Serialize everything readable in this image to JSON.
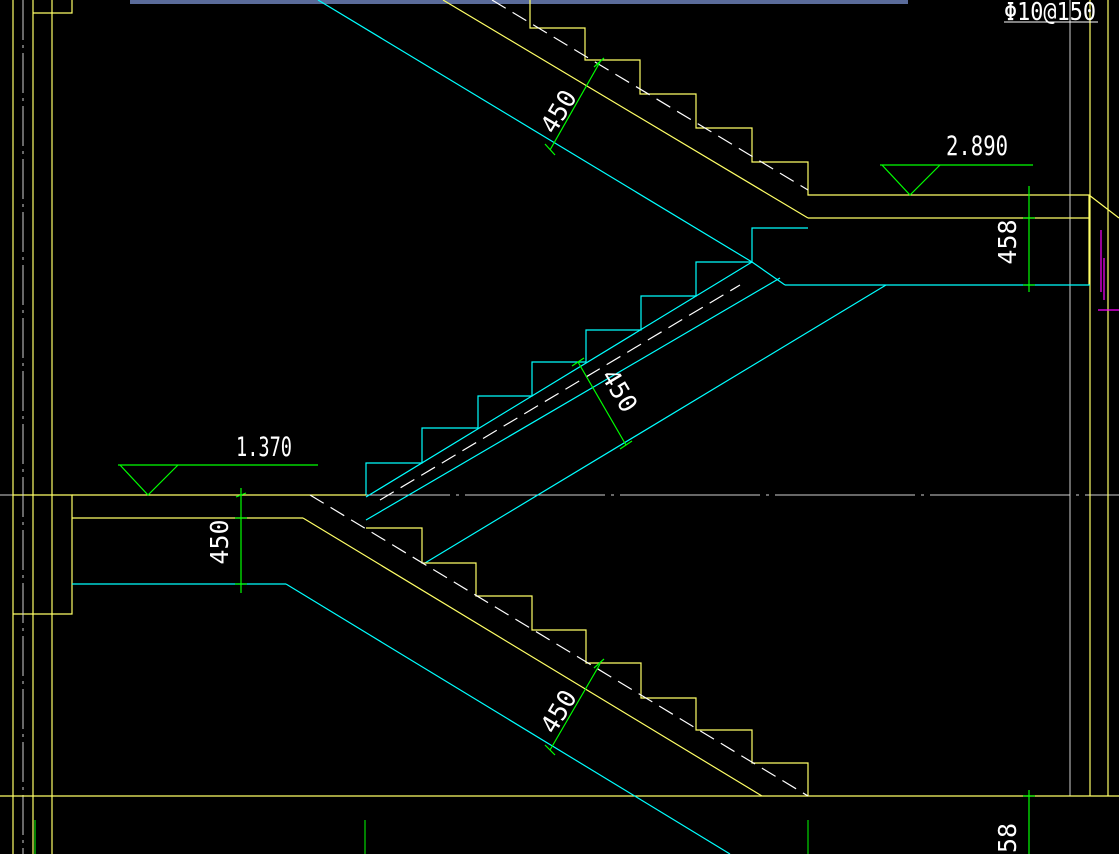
{
  "drawing": {
    "background": "#000000",
    "colors": {
      "outline": "#ffff66",
      "stairs": "#00ffff",
      "dimension": "#00ff00",
      "text": "#ffffff",
      "title_bar": "#5a6b9a",
      "marker": "#ff00ff",
      "axis": "#d0d0d0"
    },
    "annotations": {
      "rebar_spec": "Φ10@150",
      "level_upper": "2.890",
      "level_lower": "1.370",
      "dim_flight_top": "450",
      "dim_flight_middle": "450",
      "dim_flight_bottom": "450",
      "dim_landing_lower": "450",
      "dim_landing_upper": "458",
      "dim_bottom_partial": "58"
    }
  }
}
